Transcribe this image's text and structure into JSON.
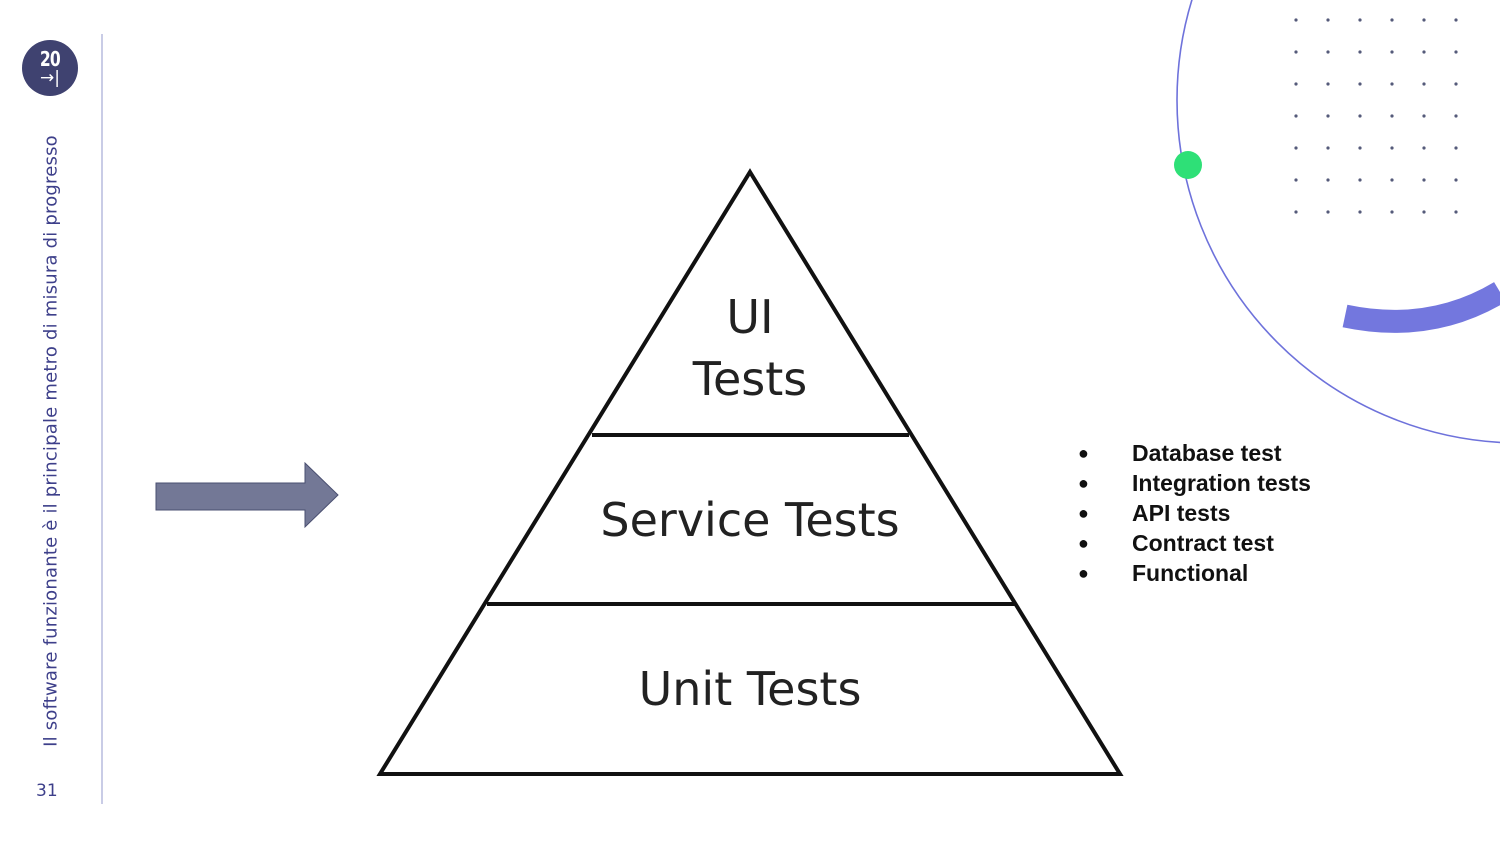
{
  "sidebar": {
    "logo_number": "20",
    "logo_symbol": "→|",
    "vertical_text": "Il software funzionante è il principale metro di misura di progresso",
    "page_number": "31"
  },
  "pyramid": {
    "top": [
      "UI",
      "Tests"
    ],
    "middle": "Service Tests",
    "bottom": "Unit Tests"
  },
  "bullets": [
    "Database test",
    "Integration tests",
    "API tests",
    "Contract test",
    "Functional"
  ],
  "colors": {
    "brand_navy": "#3f4270",
    "accent_blue": "#6e72db",
    "accent_green": "#2ee077",
    "arrow_fill": "#737896"
  }
}
